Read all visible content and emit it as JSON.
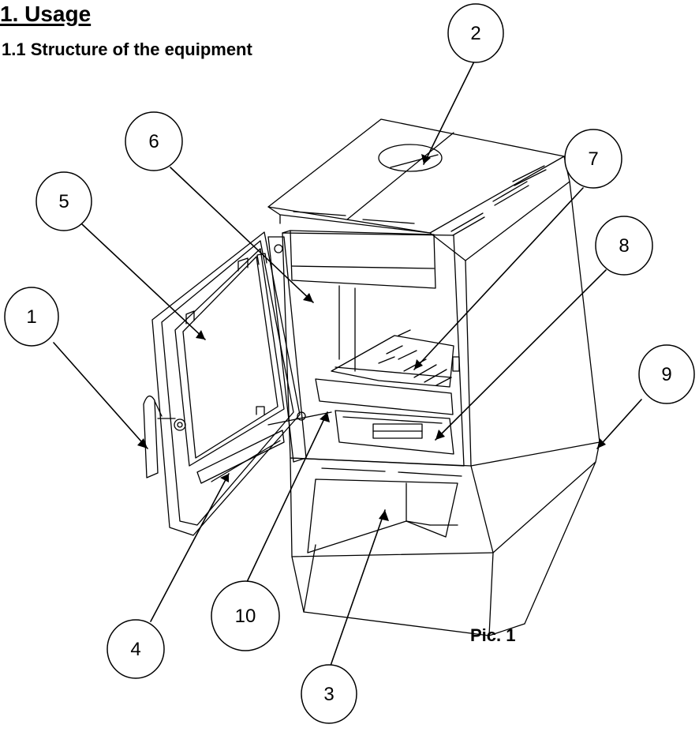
{
  "heading": "1. Usage",
  "subheading": "1.1 Structure of the equipment",
  "caption": "Pic. 1",
  "callouts": [
    {
      "id": "1",
      "label": "1"
    },
    {
      "id": "2",
      "label": "2"
    },
    {
      "id": "3",
      "label": "3"
    },
    {
      "id": "4",
      "label": "4"
    },
    {
      "id": "5",
      "label": "5"
    },
    {
      "id": "6",
      "label": "6"
    },
    {
      "id": "7",
      "label": "7"
    },
    {
      "id": "8",
      "label": "8"
    },
    {
      "id": "9",
      "label": "9"
    },
    {
      "id": "10",
      "label": "10"
    }
  ],
  "colors": {
    "ink": "#000000",
    "paper": "#ffffff"
  }
}
